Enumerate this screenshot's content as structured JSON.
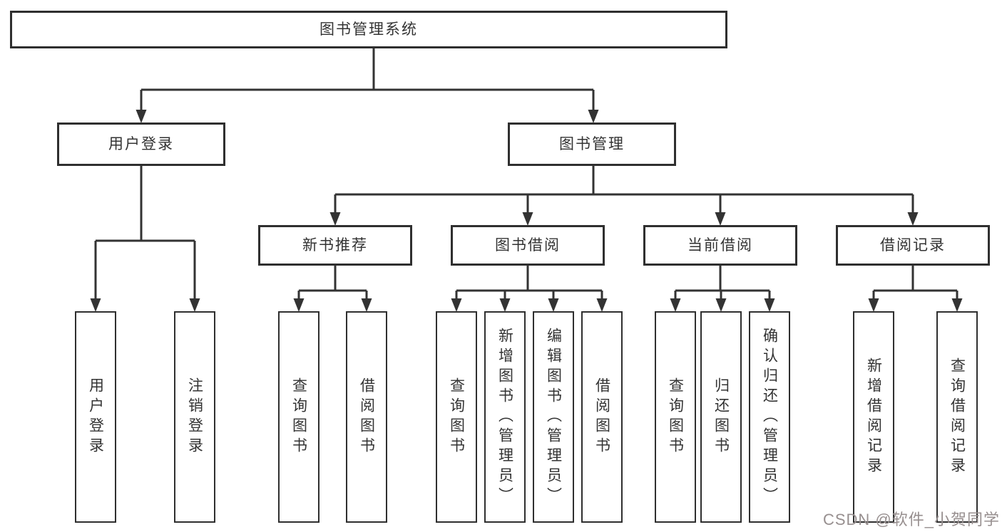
{
  "root": {
    "label": "图书管理系统"
  },
  "branches": {
    "user_login": {
      "label": "用户登录",
      "children": [
        {
          "label": "用户登录"
        },
        {
          "label": "注销登录"
        }
      ]
    },
    "book_management": {
      "label": "图书管理",
      "sections": [
        {
          "label": "新书推荐",
          "children": [
            {
              "label": "查询图书"
            },
            {
              "label": "借阅图书"
            }
          ]
        },
        {
          "label": "图书借阅",
          "children": [
            {
              "label": "查询图书"
            },
            {
              "label": "新增图书（管理员）"
            },
            {
              "label": "编辑图书（管理员）"
            },
            {
              "label": "借阅图书"
            }
          ]
        },
        {
          "label": "当前借阅",
          "children": [
            {
              "label": "查询图书"
            },
            {
              "label": "归还图书"
            },
            {
              "label": "确认归还（管理员）"
            }
          ]
        },
        {
          "label": "借阅记录",
          "children": [
            {
              "label": "新增借阅记录"
            },
            {
              "label": "查询借阅记录"
            }
          ]
        }
      ]
    }
  },
  "watermark": {
    "text": "CSDN @软件_小贺同学",
    "color": "#978f8f"
  },
  "colors": {
    "line": "#333333",
    "border": "#2f2f2f",
    "text": "#333333",
    "background": "#ffffff"
  }
}
